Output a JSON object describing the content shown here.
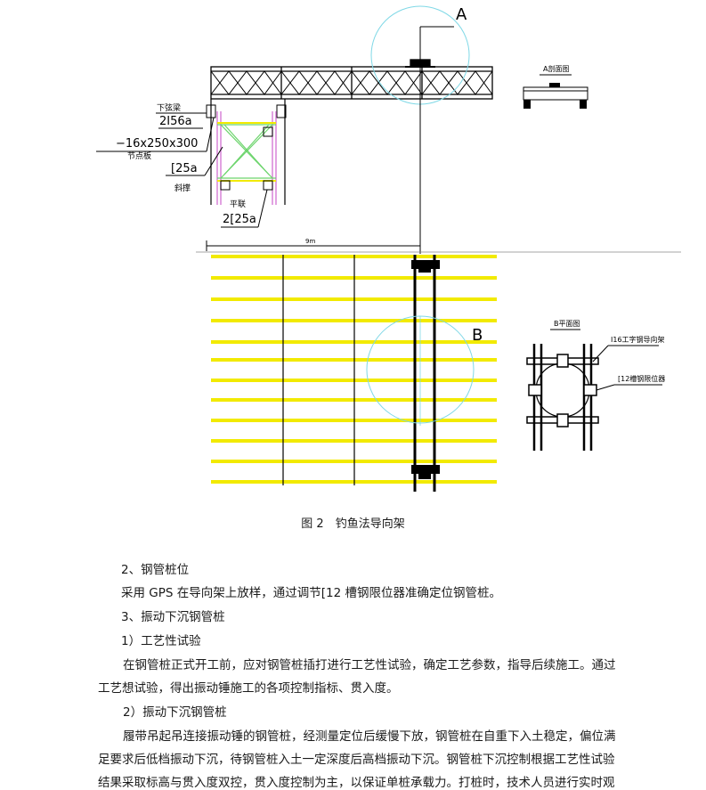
{
  "figure": {
    "label_a": "A",
    "label_b": "B",
    "lbl_lower_chord": "下弦梁",
    "lbl_2156a": "2I56a",
    "lbl_plate": "−16x250x300",
    "lbl_node_plate": "节点板",
    "lbl_25a": "[25a",
    "lbl_diagonal": "斜撑",
    "lbl_flat_brace": "平联",
    "lbl_2_25a": "2[25a",
    "lbl_9m": "9m",
    "lbl_a_section": "A剖面图",
    "lbl_b_plan": "B平面图",
    "lbl_i16": "I16工字钢导向架",
    "lbl_12limit": "[12槽钢限位器"
  },
  "caption": "图 2　钓鱼法导向架",
  "content": {
    "h_pile_position": "2、钢管桩位",
    "p_pile_position": "采用 GPS 在导向架上放样，通过调节[12 槽钢限位器准确定位钢管桩。",
    "h_vibration": "3、振动下沉钢管桩",
    "h_trial": "1）工艺性试验",
    "p_trial_1": "在钢管桩正式开工前，应对钢管桩插打进行工艺性试验，确定工艺参数，指导后续施工。通过",
    "p_trial_2": "工艺想试验，得出振动锤施工的各项控制指标、贯入度。",
    "h_sink": "2）振动下沉钢管桩",
    "p_sink_1": "履带吊起吊连接振动锤的钢管桩，经测量定位后缓慢下放，钢管桩在自重下入土稳定，偏位满",
    "p_sink_2": "足要求后低档振动下沉，待钢管桩入土一定深度后高档振动下沉。钢管桩下沉控制根据工艺性试验",
    "p_sink_3": "结果采取标高与贯入度双控，贯入度控制为主，以保证单桩承载力。打桩时，技术人员进行实时观"
  },
  "colors": {
    "line": "#000000",
    "yellow": "#f2ea00",
    "green": "#6cd46c",
    "magenta": "#d36fd3",
    "cyan": "#7fd8e6"
  }
}
